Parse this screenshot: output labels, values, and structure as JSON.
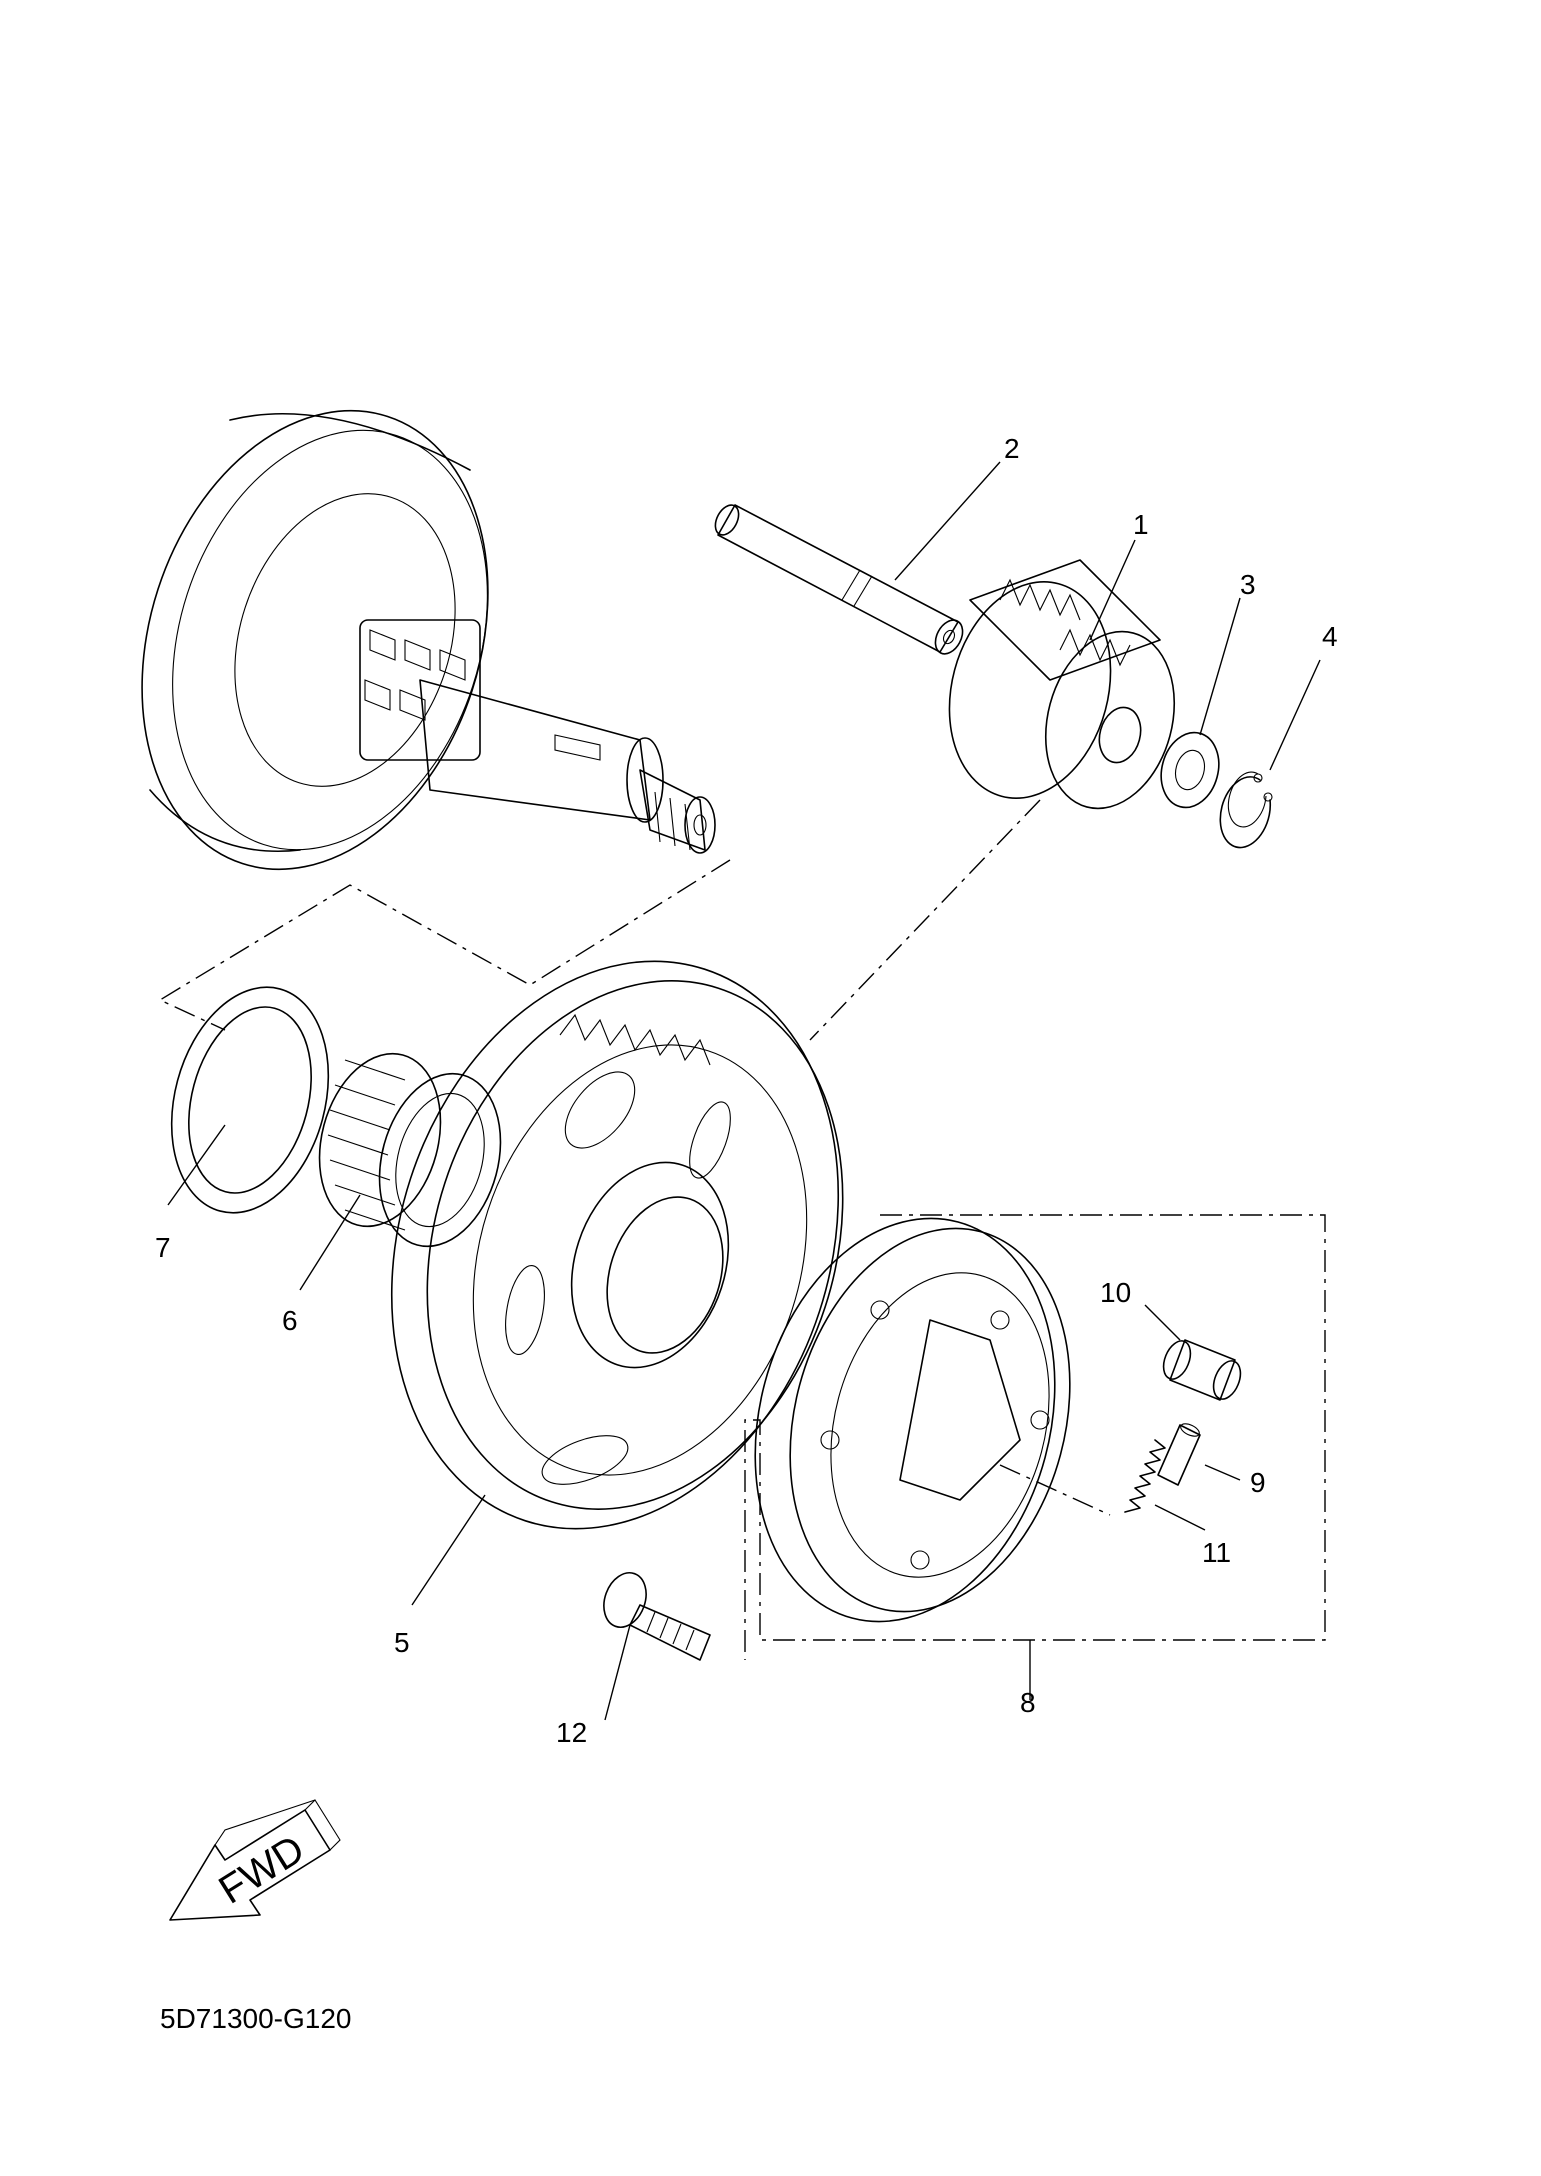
{
  "callouts": [
    {
      "id": "c1",
      "text": "1"
    },
    {
      "id": "c2",
      "text": "2"
    },
    {
      "id": "c3",
      "text": "3"
    },
    {
      "id": "c4",
      "text": "4"
    },
    {
      "id": "c5",
      "text": "5"
    },
    {
      "id": "c6",
      "text": "6"
    },
    {
      "id": "c7",
      "text": "7"
    },
    {
      "id": "c8",
      "text": "8"
    },
    {
      "id": "c9",
      "text": "9"
    },
    {
      "id": "c10",
      "text": "10"
    },
    {
      "id": "c11",
      "text": "11"
    },
    {
      "id": "c12",
      "text": "12"
    }
  ],
  "fwd_label": "FWD",
  "drawing_code": "5D71300-G120"
}
